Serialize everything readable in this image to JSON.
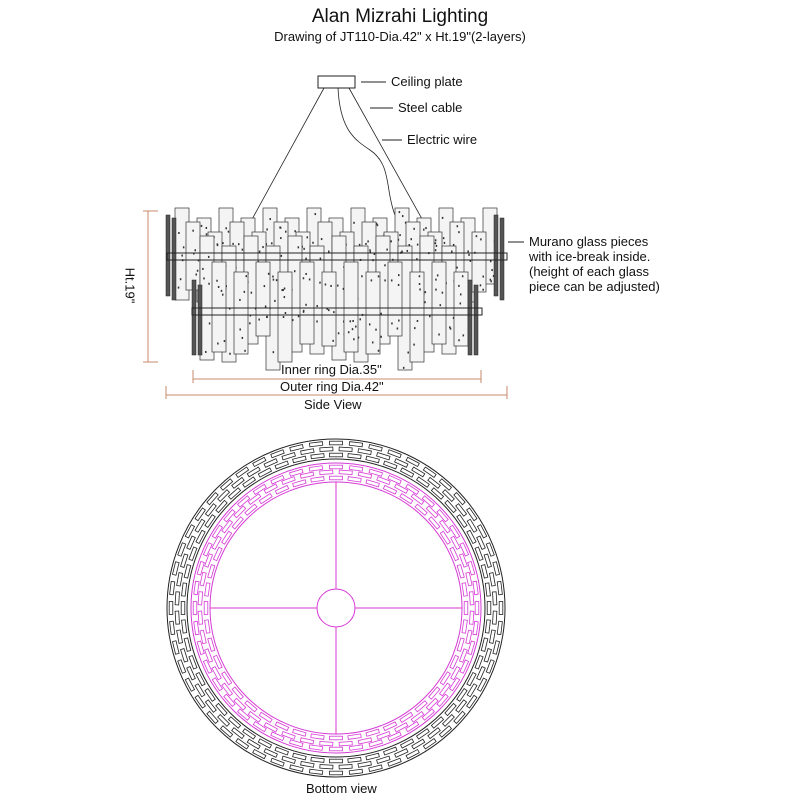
{
  "header": {
    "title": "Alan Mizrahi Lighting",
    "subtitle": "Drawing of JT110-Dia.42\" x Ht.19\"(2-layers)"
  },
  "side_view": {
    "label": "Side View",
    "callouts": {
      "ceiling_plate": "Ceiling plate",
      "steel_cable": "Steel cable",
      "electric_wire": "Electric wire",
      "glass_line1": "Murano glass pieces",
      "glass_line2": "with ice-break inside.",
      "glass_line3": "(height of each glass",
      "glass_line4": "piece can be adjusted)"
    },
    "dimensions": {
      "height": "Ht.19\"",
      "inner_ring": "Inner ring Dia.35\"",
      "outer_ring": "Outer ring Dia.42\""
    }
  },
  "bottom_view": {
    "label": "Bottom view"
  },
  "colors": {
    "line": "#222222",
    "inner_ring": "#d63ad6",
    "dimension": "#c98a6a"
  }
}
